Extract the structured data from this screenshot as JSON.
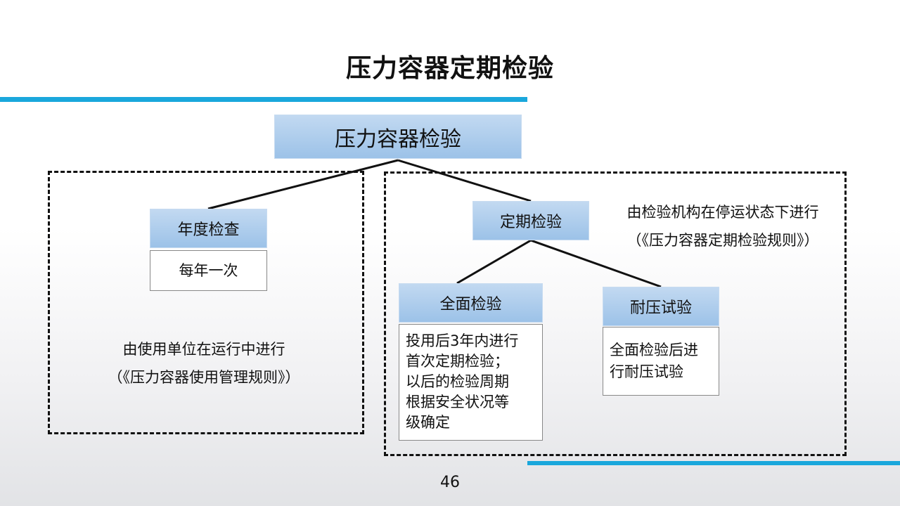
{
  "slide": {
    "title": "压力容器定期检验",
    "page_number": "46",
    "accent_color": "#1aa7dc"
  },
  "root": {
    "label": "压力容器检验"
  },
  "annual": {
    "label": "年度检查",
    "detail": "每年一次",
    "note_line1": "由使用单位在运行中进行",
    "note_line2": "（《压力容器使用管理规则》）"
  },
  "periodic": {
    "label": "定期检验",
    "note_line1": "由检验机构在停运状态下进行",
    "note_line2": "（《压力容器定期检验规则》）",
    "full": {
      "label": "全面检验",
      "detail_lines": [
        "投用后3年内进行",
        "首次定期检验；",
        "以后的检验周期",
        "根据安全状况等",
        "级确定"
      ]
    },
    "pressure": {
      "label": "耐压试验",
      "detail_lines": [
        "全面检验后进",
        "行耐压试验"
      ]
    }
  }
}
